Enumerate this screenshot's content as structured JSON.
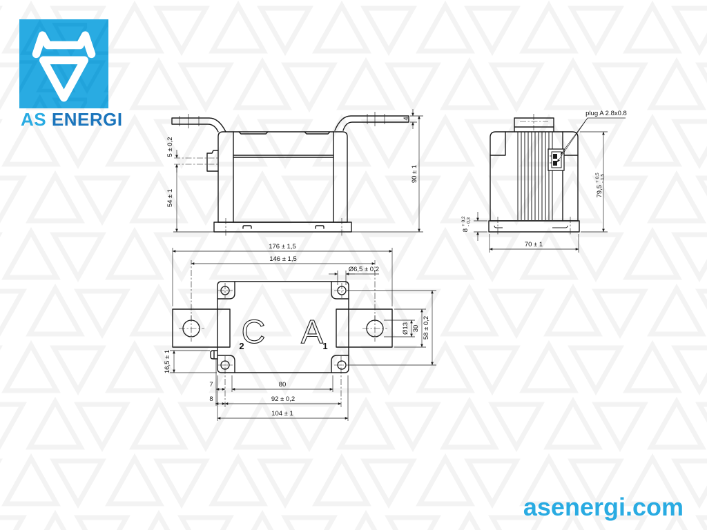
{
  "branding": {
    "company_short": "AS",
    "company_rest": "ENERGI",
    "website": "asenergi.com"
  },
  "colors": {
    "brand_blue": "#29abe2",
    "brand_blue_dark": "#1b75bc",
    "drawing_line": "#1a1a1a",
    "watermark": "#f3f3f3"
  },
  "views": {
    "front": {
      "dim_pin_spacing": "5 ± 0,2",
      "dim_pin_height": "54 ± 1",
      "dim_overall_height": "90 ± 1",
      "dim_tab_thickness": "4"
    },
    "side": {
      "plug_label": "plug A 2.8x0.8",
      "dim_height_main": "79,5",
      "dim_height_plus": "+ 0,5",
      "dim_height_minus": "- 1,5",
      "dim_base_main": "8",
      "dim_base_plus": "+ 0,2",
      "dim_base_minus": "- 0,3",
      "dim_width": "70 ± 1"
    },
    "bottom": {
      "label_c": "C",
      "label_c_sub": "2",
      "label_a": "A",
      "label_a_sub": "1",
      "dim_overall_width": "176 ± 1,5",
      "dim_hole_span": "146 ± 1,5",
      "dim_corner_hole": "Ø6,5 ± 0,2",
      "dim_terminal_hole": "Ø13",
      "dim_tab_width": "30",
      "dim_vert_hole_span": "58 ± 0,2",
      "dim_plug_pos": "16,5 ± 1",
      "dim_edge_7": "7",
      "dim_edge_8": "8",
      "dim_slot_span": "80",
      "dim_hole_span_h": "92 ± 0,2",
      "dim_body_width": "104 ± 1"
    }
  }
}
